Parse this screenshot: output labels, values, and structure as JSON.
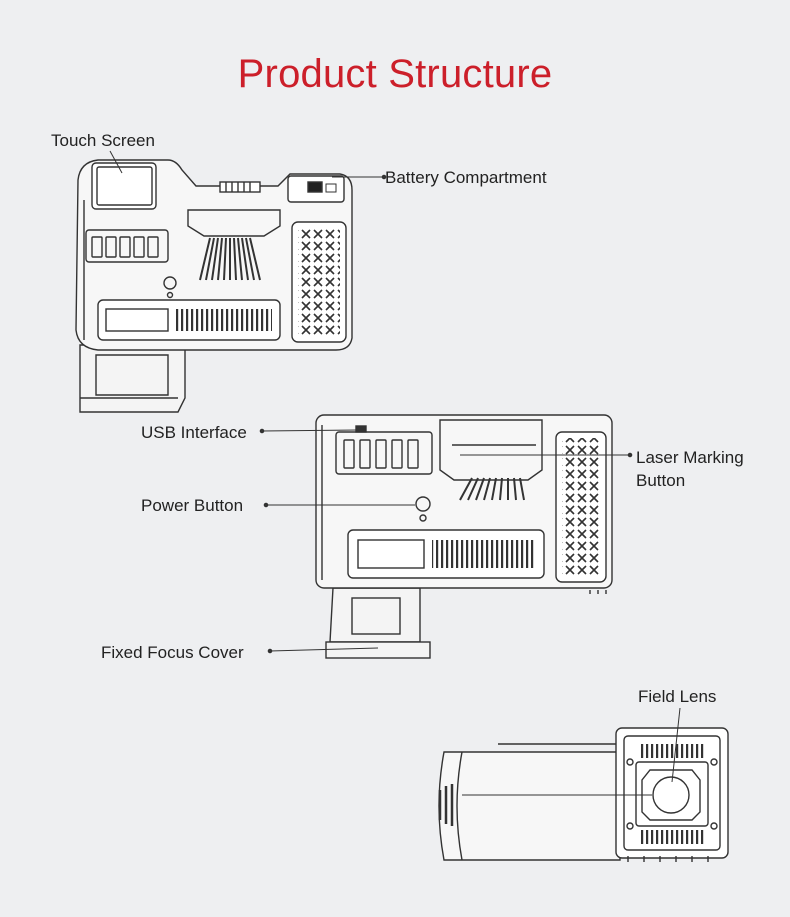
{
  "title": "Product Structure",
  "labels": {
    "touch_screen": "Touch Screen",
    "battery_compartment": "Battery Compartment",
    "usb_interface": "USB Interface",
    "laser_marking_button_line1": "Laser Marking",
    "laser_marking_button_line2": "Button",
    "power_button": "Power Button",
    "fixed_focus_cover": "Fixed Focus Cover",
    "field_lens": "Field Lens"
  },
  "colors": {
    "title": "#cc1f2a",
    "background": "#eeeff1",
    "line": "#333333"
  }
}
